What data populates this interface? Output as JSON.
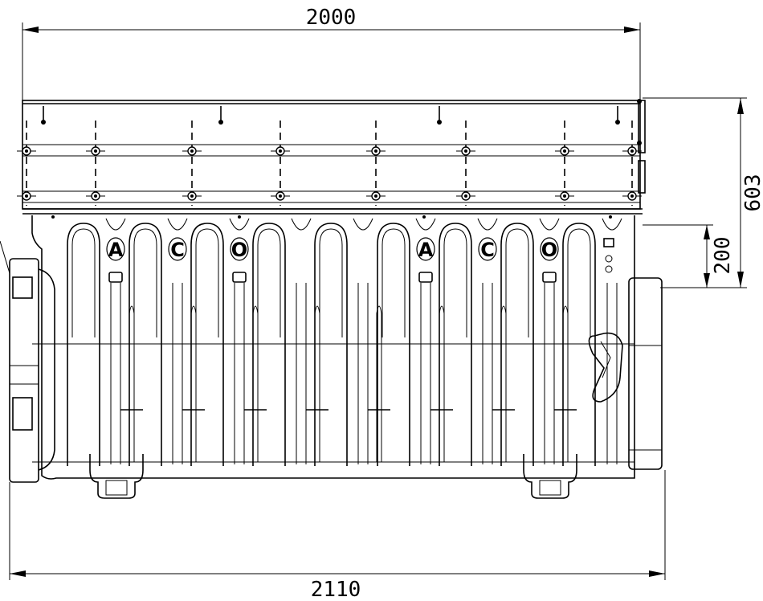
{
  "dimensions": {
    "top_width": "2000",
    "bottom_width": "2110",
    "right_height": "603",
    "right_height_partial": "200"
  },
  "phase_marks": [
    "A",
    "C",
    "O",
    "A",
    "C",
    "O"
  ],
  "colors": {
    "line": "#000000",
    "background": "#ffffff"
  }
}
